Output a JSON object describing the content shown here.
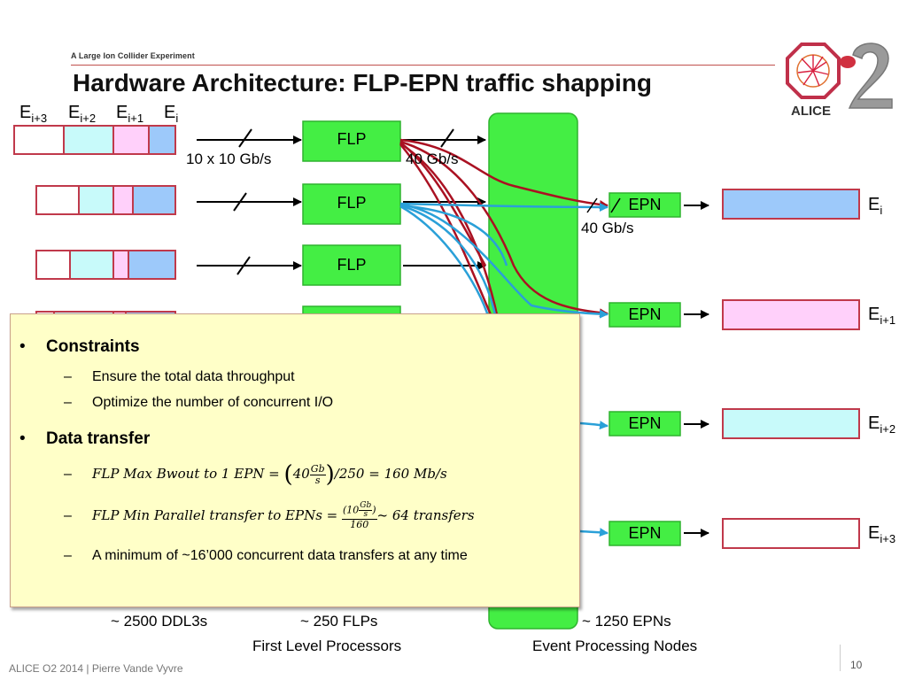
{
  "header": {
    "subtitle": "A Large Ion Collider Experiment",
    "title": "Hardware Architecture: FLP-EPN traffic shapping",
    "logo_text": "ALICE"
  },
  "colors": {
    "red_border": "#c0394b",
    "blue_fill": "#9dc9fa",
    "pink_fill": "#ffd0fa",
    "cyan_fill": "#c8fafa",
    "green_box": "#44ee44",
    "red_link": "#aa1122",
    "blue_link": "#2aa0d8",
    "callout_bg": "#ffffc8"
  },
  "input_events": {
    "labels": [
      {
        "base": "E",
        "sub": "i+3"
      },
      {
        "base": "E",
        "sub": "i+2"
      },
      {
        "base": "E",
        "sub": "i+1"
      },
      {
        "base": "E",
        "sub": "i"
      }
    ]
  },
  "links": {
    "ddl_rate": "10 x 10 Gb/s",
    "flp_out_rate": "40 Gb/s",
    "epn_in_rate": "40 Gb/s"
  },
  "flp": {
    "label": "FLP",
    "boxes": [
      "FLP",
      "FLP",
      "FLP"
    ]
  },
  "epn": {
    "label": "EPN",
    "boxes": [
      "EPN",
      "EPN",
      "EPN",
      "EPN"
    ]
  },
  "output_events": [
    {
      "base": "E",
      "sub": "i"
    },
    {
      "base": "E",
      "sub": "i+1"
    },
    {
      "base": "E",
      "sub": "i+2"
    },
    {
      "base": "E",
      "sub": "i+3"
    }
  ],
  "bottom": {
    "ddl": "~ 2500 DDL3s",
    "flps": "~ 250 FLPs",
    "flps_desc": "First Level Processors",
    "epns": "~ 1250 EPNs",
    "epns_desc": "Event Processing Nodes"
  },
  "callout": {
    "constraints_title": "Constraints",
    "constraints": [
      "Ensure the total data throughput",
      "Optimize the number of concurrent I/O"
    ],
    "transfer_title": "Data transfer",
    "formula1": {
      "lhs": "FLP Max Bwout to 1 EPN = ",
      "num": "40",
      "frac_num": "Gb",
      "frac_den": "s",
      "rhs": "/250 = 160 Mb/s"
    },
    "formula2": {
      "lhs": "FLP Min Parallel transfer to EPNs = ",
      "num": "10",
      "frac_num": "Gb",
      "frac_den": "s",
      "den": "160",
      "rhs": "~ 64 transfers"
    },
    "last_item": "A minimum of ~16’000 concurrent data transfers at any time"
  },
  "footer": {
    "text": "ALICE O2  2014 |  Pierre Vande Vyvre",
    "page": "10"
  }
}
